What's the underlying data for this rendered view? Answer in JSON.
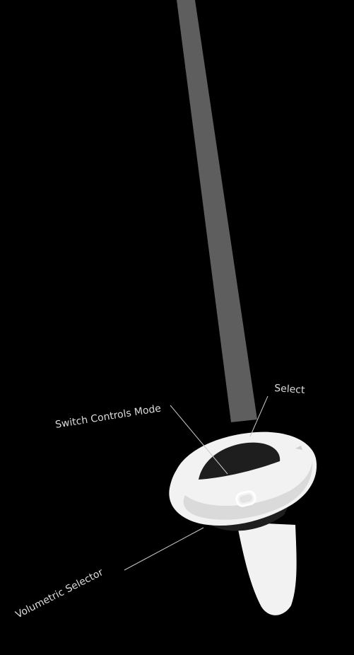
{
  "scene": {
    "background": "#000000",
    "ray_color": "#5e5e5e",
    "controller_color": "#f2f2f2",
    "controller_shadow": "#dadada",
    "cutout_color": "#1e1e1e",
    "label_color": "#dcdcdc",
    "leader_line_color": "#c8c8c8"
  },
  "labels": {
    "select": "Select",
    "switch_controls_mode": "Switch Controls Mode",
    "volumetric_selector": "Volumetric Selector"
  },
  "icons": {
    "menu_button": "rounded-ring-button",
    "controller": "vr-controller"
  }
}
